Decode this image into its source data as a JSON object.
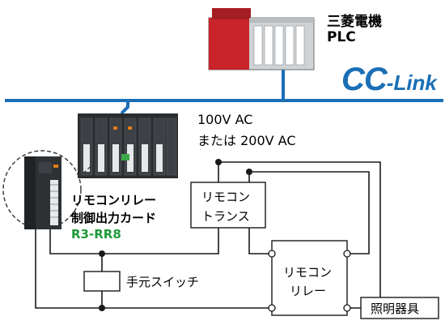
{
  "plc": {
    "line1": "三菱電機",
    "line2": "PLC"
  },
  "network": {
    "logo_cc": "CC",
    "logo_link": "-Link",
    "color": "#1a6fb5"
  },
  "power": {
    "line1": "100V AC",
    "line2": "または 200V AC"
  },
  "card": {
    "line1": "リモコンリレー",
    "line2": "制御出力カード",
    "model": "R3-RR8",
    "model_color": "#1e9a3a"
  },
  "transformer": {
    "line1": "リモコン",
    "line2": "トランス"
  },
  "relay": {
    "line1": "リモコン",
    "line2": "リレー"
  },
  "switch": {
    "label": "手元スイッチ"
  },
  "lighting": {
    "label": "照明器具"
  }
}
